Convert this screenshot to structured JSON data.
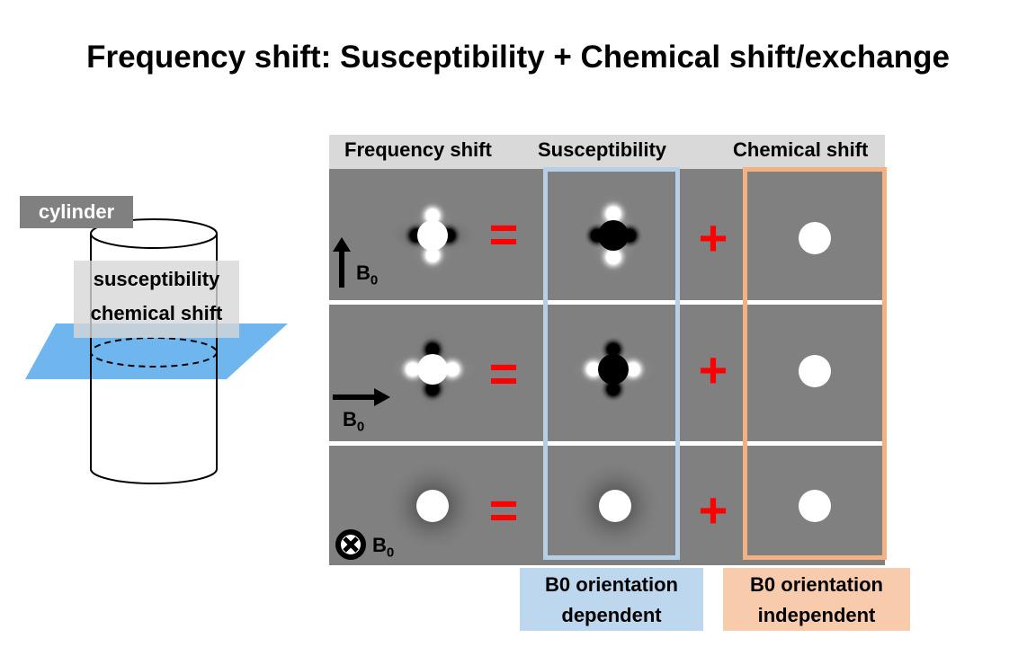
{
  "title": "Frequency shift: Susceptibility + Chemical shift/exchange",
  "cylinder": {
    "label": "cylinder",
    "property_1": "susceptibility",
    "property_2": "chemical shift"
  },
  "columns": {
    "frequency_shift": "Frequency shift",
    "susceptibility": "Susceptibility",
    "chemical_shift": "Chemical shift"
  },
  "operators": {
    "equals": "=",
    "plus": "+"
  },
  "orientations": [
    {
      "label": "B",
      "subscript": "0",
      "direction": "up-arrow"
    },
    {
      "label": "B",
      "subscript": "0",
      "direction": "right-arrow"
    },
    {
      "label": "B",
      "subscript": "0",
      "direction": "into-page"
    }
  ],
  "footer": {
    "blue_line1": "B0 orientation",
    "blue_line2": "dependent",
    "orange_line1": "B0 orientation",
    "orange_line2": "independent"
  },
  "colors": {
    "panel_gray": "#808080",
    "operator_red": "#ff0000",
    "dependent_blue": "#bdd7ee",
    "independent_orange": "#f8cbad",
    "plane_blue": "#6fb5ee"
  }
}
